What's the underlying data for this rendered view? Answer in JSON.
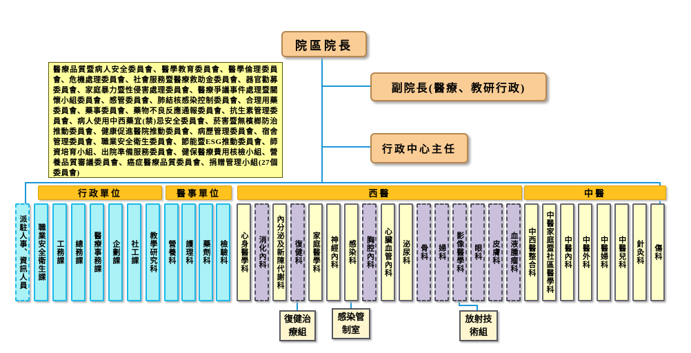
{
  "root": {
    "label": "院區院長"
  },
  "executives": {
    "vice_director": "副院長(醫療、教研行政)",
    "admin_center_director": "行政中心主任"
  },
  "committees_note": "醫療品質暨病人安全委員會、醫學教育委員會、醫學倫理委員會、危機處理委員會、社會服務暨醫療救助金委員會、器官勸募委員會、家庭暴力暨性侵害處理委員會、醫療爭議事件處理暨關懷小組委員會、感管委員會、肺結核感染控制委員會、合理用藥委員會、藥事委員會、藥物不良反應通報委員會、抗生素管理委員會、病人使用中西藥宜(禁)忌安全委員會、菸害暨無檳榔防治推動委員會、健康促進醫院推動委員會、病歷管理委員會、宿舍管理委員會、職業安全衛生委員會、節能暨ESG推動委員會、師資培育小組、出院準備服務委員會、健保醫療費用核檢小組、營養品質審議委員會、癌症醫療品質委員會、捐贈管理小組(27個委員會)",
  "groups": [
    {
      "label": "行政單位",
      "items": [
        {
          "label": "派駐人事、資訊人員"
        },
        {
          "label": "職業安全衛生課"
        },
        {
          "label": "工務課"
        },
        {
          "label": "總務課"
        },
        {
          "label": "醫療事務課"
        },
        {
          "label": "企劃課"
        },
        {
          "label": "社工課"
        },
        {
          "label": "教學研究科"
        }
      ]
    },
    {
      "label": "醫事單位",
      "items": [
        {
          "label": "營養科"
        },
        {
          "label": "護理科"
        },
        {
          "label": "藥劑科"
        },
        {
          "label": "檢驗科"
        }
      ]
    },
    {
      "label": "西醫",
      "items": [
        {
          "label": "心身醫學科"
        },
        {
          "label": "消化內科"
        },
        {
          "label": "內分泌及新陳代謝科"
        },
        {
          "label": "復健科"
        },
        {
          "label": "家庭醫學科"
        },
        {
          "label": "神經內科"
        },
        {
          "label": "感染科"
        },
        {
          "label": "胸腔內科"
        },
        {
          "label": "心臟血管內科"
        },
        {
          "label": "泌尿科"
        },
        {
          "label": "骨科"
        },
        {
          "label": "婦科"
        },
        {
          "label": "影像醫學科"
        },
        {
          "label": "眼科"
        },
        {
          "label": "皮膚科"
        },
        {
          "label": "血液腫瘤科"
        }
      ]
    },
    {
      "label": "中醫",
      "items": [
        {
          "label": "中西醫整合科"
        },
        {
          "label": "中醫家庭暨社區醫學科"
        },
        {
          "label": "中醫內科"
        },
        {
          "label": "中醫外科"
        },
        {
          "label": "中醫婦科"
        },
        {
          "label": "中醫兒科"
        },
        {
          "label": "針灸科"
        },
        {
          "label": "傷科"
        }
      ]
    }
  ],
  "subunits": {
    "rehab": "復健治療組",
    "infection": "感染管制室",
    "radiology": "放射技術組"
  },
  "colors": {
    "connector_blue": "#1B96D8",
    "node_peach": "#FACD96",
    "header_gold": "#FFC21E",
    "unit_cyan": "#ABF2F7",
    "unit_cream": "#FFFFC9",
    "unit_purple": "#CAC0DC",
    "note_yellow": "#FFFF9E"
  }
}
